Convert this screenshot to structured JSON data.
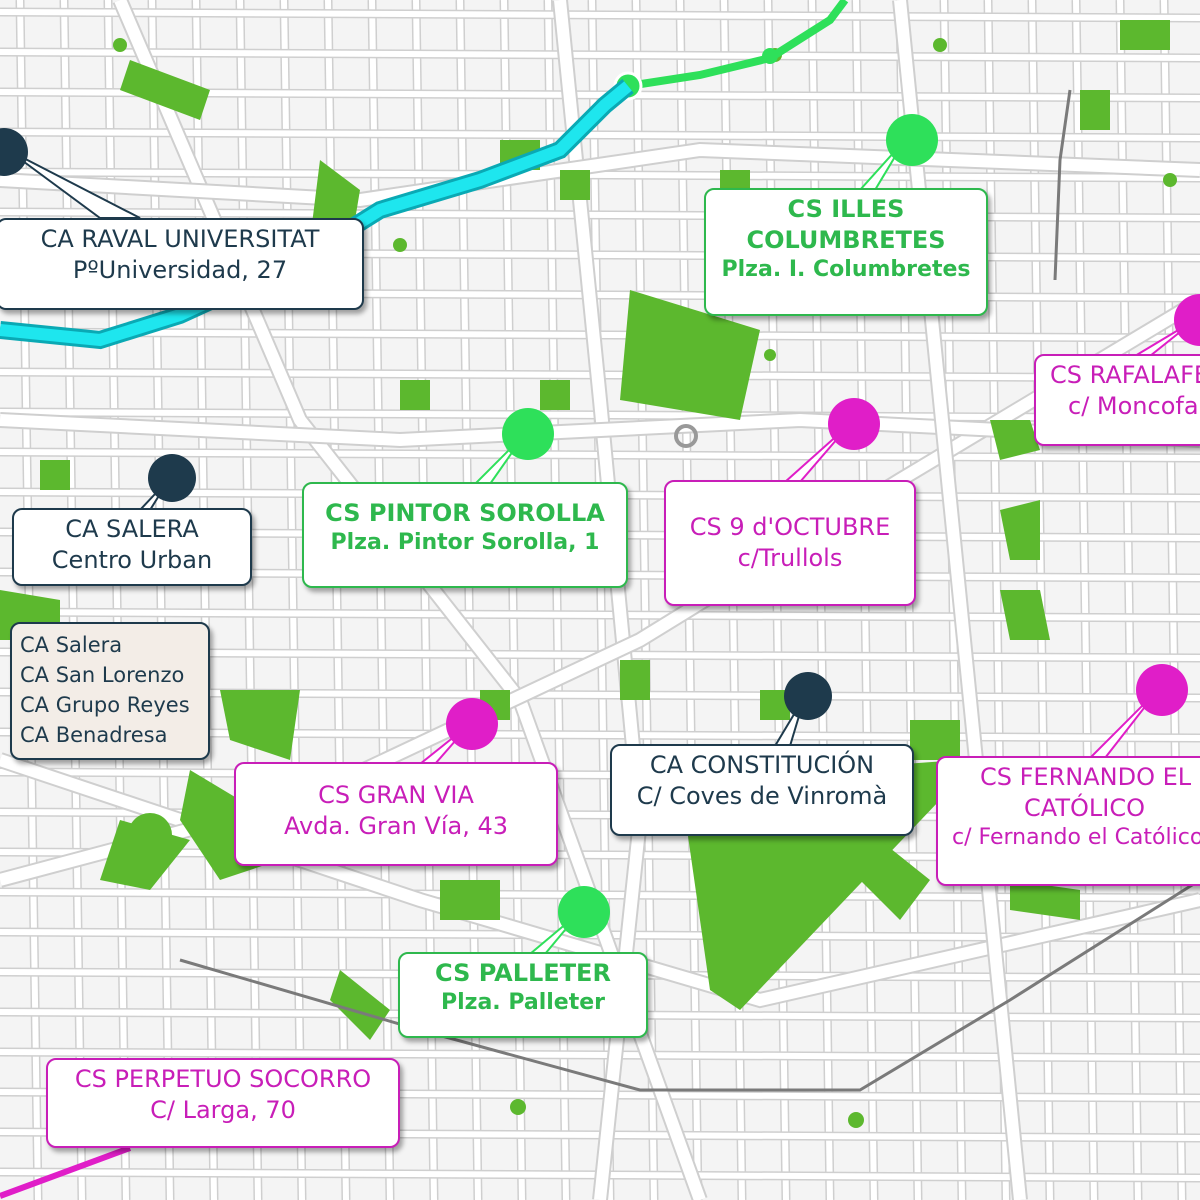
{
  "colors": {
    "background": "#f4f4f4",
    "street": "#ffffff",
    "street_outline": "#cfcfcf",
    "park": "#5cb82e",
    "river": "#1ee6ee",
    "rail": "#7a7a7a",
    "ca_marker": "#1e3a4c",
    "cs_green_marker": "#2ee05a",
    "cs_pink_marker": "#e01ec8"
  },
  "markers": {
    "raval_universitat": {
      "type": "CA",
      "title": "CA RAVAL UNIVERSITAT",
      "line2": "PºUniversidad, 27"
    },
    "salera": {
      "type": "CA",
      "title": "CA SALERA",
      "line2": "Centro Urban"
    },
    "constitucion": {
      "type": "CA",
      "title": "CA CONSTITUCIÓN",
      "line2": "C/ Coves de Vinromà"
    },
    "illes_columbretes": {
      "type": "CS",
      "title_line1": "CS ILLES",
      "title_line2": "COLUMBRETES",
      "line3": "Plza. I. Columbretes"
    },
    "pintor_sorolla": {
      "type": "CS",
      "title": "CS PINTOR SOROLLA",
      "line2": "Plza. Pintor Sorolla, 1"
    },
    "palleter": {
      "type": "CS",
      "title": "CS PALLETER",
      "line2": "Plza. Palleter"
    },
    "rafalafena": {
      "type": "CS",
      "title": "CS RAFALAFENA",
      "line2": "c/ Moncofa"
    },
    "nou_octubre": {
      "type": "CS",
      "title": "CS 9 d'OCTUBRE",
      "line2": "c/Trullols"
    },
    "gran_via": {
      "type": "CS",
      "title": "CS GRAN VIA",
      "line2": "Avda. Gran Vía, 43"
    },
    "fernando_catolico": {
      "type": "CS",
      "title_line1": "CS FERNANDO EL",
      "title_line2": "CATÓLICO",
      "line3": "c/ Fernando el Católico"
    },
    "perpetuo_socorro": {
      "type": "CS",
      "title": "CS PERPETUO SOCORRO",
      "line2": "C/ Larga, 70"
    }
  },
  "ca_list": {
    "items": [
      "CA Salera",
      "CA San Lorenzo",
      "CA Grupo Reyes",
      "CA Benadresa"
    ]
  }
}
